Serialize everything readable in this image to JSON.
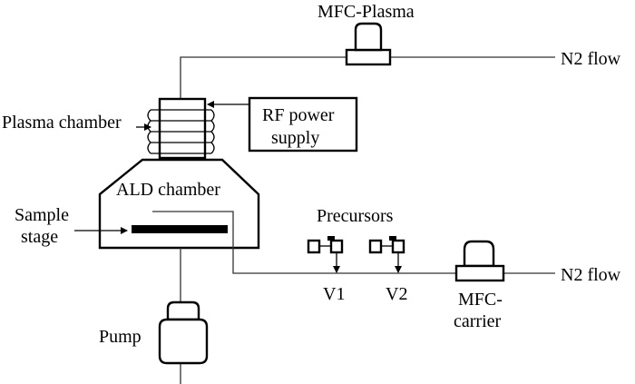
{
  "labels": {
    "mfc_plasma": "MFC-Plasma",
    "n2_flow_top": "N2 flow",
    "plasma_chamber": "Plasma chamber",
    "rf_power_line1": "RF power",
    "rf_power_line2": "supply",
    "ald_chamber": "ALD chamber",
    "sample_stage_line1": "Sample",
    "sample_stage_line2": "stage",
    "precursors": "Precursors",
    "v1": "V1",
    "v2": "V2",
    "mfc_carrier_line1": "MFC-",
    "mfc_carrier_line2": "carrier",
    "n2_flow_bottom": "N2 flow",
    "pump": "Pump"
  }
}
